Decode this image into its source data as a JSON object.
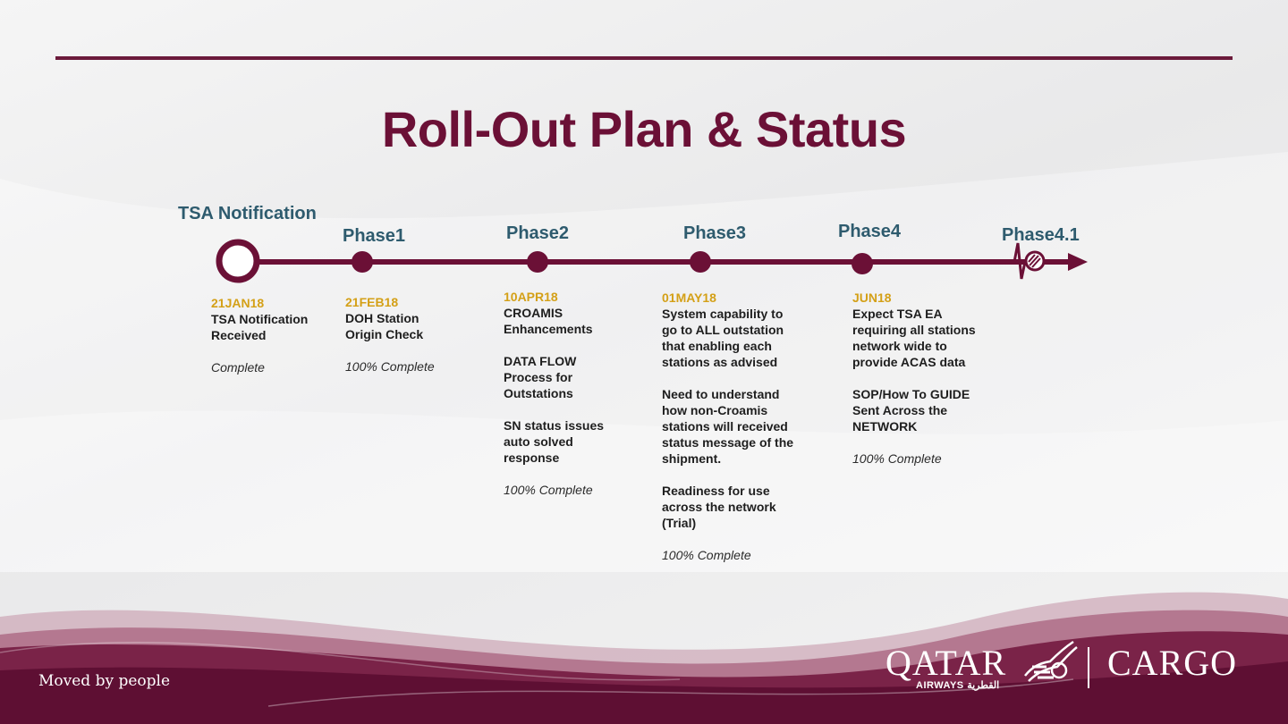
{
  "slide": {
    "title": "Roll-Out Plan & Status",
    "tagline": "Moved by people",
    "colors": {
      "accent": "#6b1036",
      "phase_label": "#2e5b6e",
      "date": "#d4a017"
    }
  },
  "timeline": {
    "phases": [
      {
        "label": "TSA Notification",
        "date": "21JAN18",
        "lines": [
          "TSA Notification",
          "Received"
        ],
        "blocks": [],
        "status": "Complete"
      },
      {
        "label": "Phase1",
        "date": "21FEB18",
        "lines": [
          "DOH Station",
          "Origin Check"
        ],
        "blocks": [],
        "status": "100% Complete"
      },
      {
        "label": "Phase2",
        "date": "10APR18",
        "lines": [
          "CROAMIS",
          "Enhancements"
        ],
        "blocks": [
          [
            "DATA FLOW",
            "Process for",
            "Outstations"
          ],
          [
            "SN status issues",
            "auto solved",
            "response"
          ]
        ],
        "status": "100% Complete"
      },
      {
        "label": "Phase3",
        "date": "01MAY18",
        "lines": [
          "System capability to",
          "go to ALL outstation",
          "that enabling each",
          "stations as advised"
        ],
        "blocks": [
          [
            "Need to understand",
            "how non-Croamis",
            "stations will received",
            "status message of the",
            "shipment."
          ],
          [
            "Readiness for use",
            "across the network",
            "(Trial)"
          ]
        ],
        "status": "100% Complete"
      },
      {
        "label": "Phase4",
        "date": "JUN18",
        "lines": [
          "Expect TSA EA",
          "requiring all stations",
          "network wide to",
          "provide ACAS data"
        ],
        "blocks": [
          [
            "SOP/How To GUIDE",
            "Sent Across the",
            "NETWORK"
          ]
        ],
        "status": "100% Complete"
      },
      {
        "label": "Phase4.1",
        "date": "",
        "lines": [],
        "blocks": [],
        "status": ""
      }
    ]
  },
  "logo": {
    "brand": "QATAR",
    "sub": "AIRWAYS القطرية",
    "product": "CARGO",
    "mark_icon": "oryx-icon"
  }
}
